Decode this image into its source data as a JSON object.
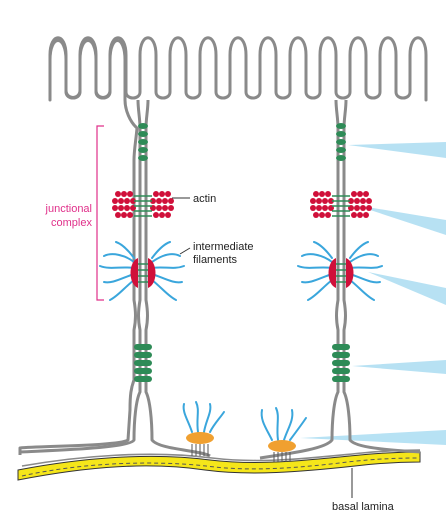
{
  "labels": {
    "junctional_complex_line1": "junctional",
    "junctional_complex_line2": "complex",
    "actin": "actin",
    "intermediate_filaments_line1": "intermediate",
    "intermediate_filaments_line2": "filaments",
    "basal_lamina": "basal lamina"
  },
  "colors": {
    "membrane": "#8a8a8a",
    "junction_green": "#2e8b57",
    "actin_red": "#d0103a",
    "filament_blue": "#3aa6dc",
    "beam_blue": "#9fd8f0",
    "pink_label": "#e0308a",
    "hemidesmosome_orange": "#f0a030",
    "basal_lamina_yellow": "#f5e61a"
  }
}
